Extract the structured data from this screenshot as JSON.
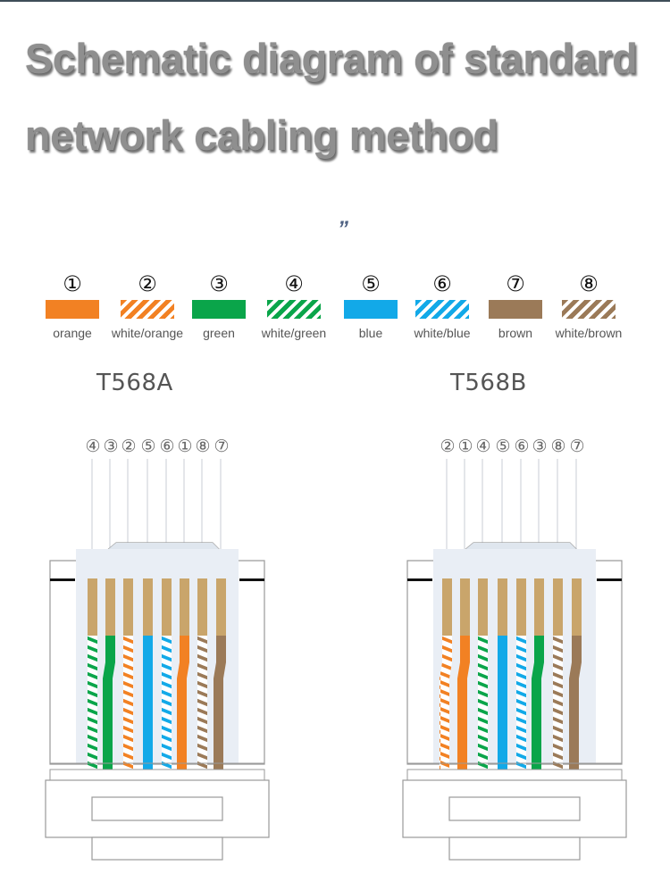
{
  "title": {
    "line1": "Schematic diagram of standard",
    "line2": "network cabling method"
  },
  "stray_mark": "”",
  "legend": [
    {
      "num": "①",
      "label": "orange",
      "color": "#f28123",
      "striped": false
    },
    {
      "num": "②",
      "label": "white/orange",
      "color": "#f28123",
      "striped": true
    },
    {
      "num": "③",
      "label": "green",
      "color": "#0aa54a",
      "striped": false
    },
    {
      "num": "④",
      "label": "white/green",
      "color": "#0aa54a",
      "striped": true
    },
    {
      "num": "⑤",
      "label": "blue",
      "color": "#12a9e8",
      "striped": false
    },
    {
      "num": "⑥",
      "label": "white/blue",
      "color": "#12a9e8",
      "striped": true
    },
    {
      "num": "⑦",
      "label": "brown",
      "color": "#9b7a58",
      "striped": false
    },
    {
      "num": "⑧",
      "label": "white/brown",
      "color": "#9b7a58",
      "striped": true
    }
  ],
  "standards": [
    {
      "name": "T568A",
      "pin_order": [
        4,
        3,
        2,
        5,
        6,
        1,
        8,
        7
      ],
      "pin_labels": [
        "④",
        "③",
        "②",
        "⑤",
        "⑥",
        "①",
        "⑧",
        "⑦"
      ]
    },
    {
      "name": "T568B",
      "pin_order": [
        2,
        1,
        4,
        5,
        6,
        3,
        8,
        7
      ],
      "pin_labels": [
        "②",
        "①",
        "④",
        "⑤",
        "⑥",
        "③",
        "⑧",
        "⑦"
      ]
    }
  ],
  "colors": {
    "contact_gold": "#c9a56b",
    "connector_body": "#e9eef5",
    "outline": "#9a9a9a",
    "title_gray": "#8f8f8f"
  }
}
